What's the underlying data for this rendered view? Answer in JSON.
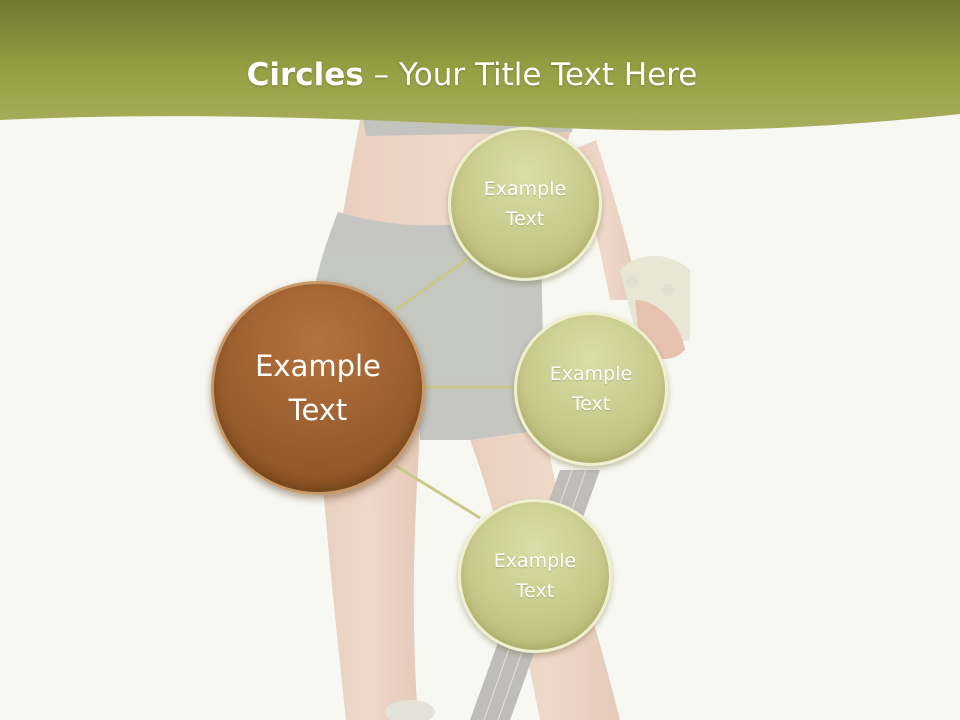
{
  "slide": {
    "title_bold": "Circles",
    "title_rest": " – Your Title Text Here"
  },
  "colors": {
    "header_band": "#8f9a3c",
    "center_circle": "#9b5e2e",
    "outer_circle": "#c8c98a",
    "connector": "#c9ca8a"
  },
  "diagram": {
    "center": {
      "label": "Example\nText"
    },
    "nodes": [
      {
        "label": "Example\nText"
      },
      {
        "label": "Example\nText"
      },
      {
        "label": "Example\nText"
      }
    ]
  }
}
